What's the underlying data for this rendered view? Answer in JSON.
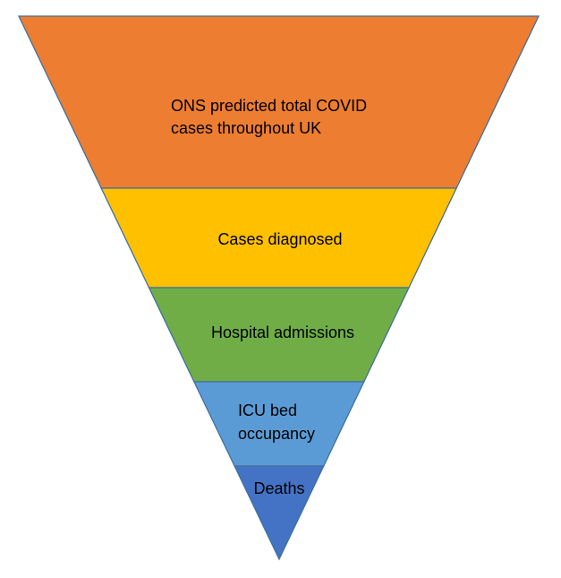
{
  "diagram": {
    "type": "inverted-funnel",
    "levels": [
      {
        "id": "ons-predicted",
        "lines": [
          "ONS predicted total COVID",
          "cases throughout UK"
        ],
        "color": "#ED7D31"
      },
      {
        "id": "cases-diagnosed",
        "lines": [
          "Cases diagnosed"
        ],
        "color": "#FFC000"
      },
      {
        "id": "hospital-admissions",
        "lines": [
          "Hospital admissions"
        ],
        "color": "#70AD47"
      },
      {
        "id": "icu-bed-occupancy",
        "lines": [
          "ICU bed",
          "occupancy"
        ],
        "color": "#5B9BD5"
      },
      {
        "id": "deaths",
        "lines": [
          "Deaths"
        ],
        "color": "#4472C4"
      }
    ],
    "outline_color": "#41719C"
  }
}
